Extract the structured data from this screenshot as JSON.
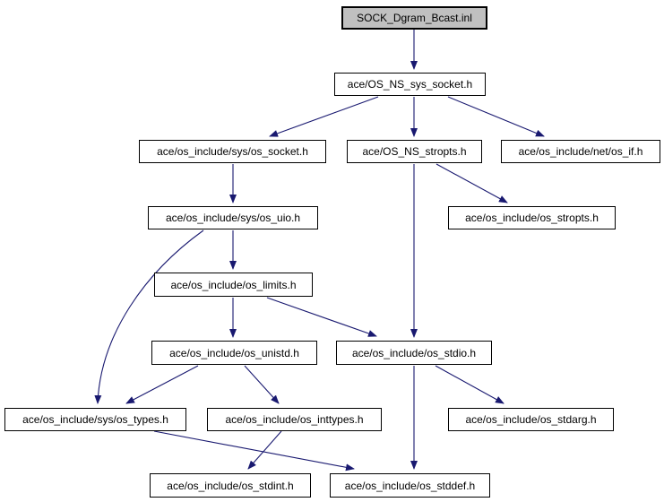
{
  "graph": {
    "type": "include-dependency-graph",
    "colors": {
      "edge": "#191970",
      "node_fill": "#ffffff",
      "node_border": "#000000",
      "root_fill": "#c0c0c0",
      "background": "#ffffff"
    },
    "nodes": [
      {
        "label": "SOCK_Dgram_Bcast.inl",
        "role": "root"
      },
      {
        "label": "ace/OS_NS_sys_socket.h",
        "role": "header"
      },
      {
        "label": "ace/os_include/sys/os_socket.h",
        "role": "header"
      },
      {
        "label": "ace/OS_NS_stropts.h",
        "role": "header"
      },
      {
        "label": "ace/os_include/net/os_if.h",
        "role": "header"
      },
      {
        "label": "ace/os_include/sys/os_uio.h",
        "role": "header"
      },
      {
        "label": "ace/os_include/os_stropts.h",
        "role": "header"
      },
      {
        "label": "ace/os_include/os_limits.h",
        "role": "header"
      },
      {
        "label": "ace/os_include/os_unistd.h",
        "role": "header"
      },
      {
        "label": "ace/os_include/os_stdio.h",
        "role": "header"
      },
      {
        "label": "ace/os_include/sys/os_types.h",
        "role": "header"
      },
      {
        "label": "ace/os_include/os_inttypes.h",
        "role": "header"
      },
      {
        "label": "ace/os_include/os_stdarg.h",
        "role": "header"
      },
      {
        "label": "ace/os_include/os_stdint.h",
        "role": "header"
      },
      {
        "label": "ace/os_include/os_stddef.h",
        "role": "header"
      }
    ],
    "edges": [
      {
        "from": "SOCK_Dgram_Bcast.inl",
        "to": "ace/OS_NS_sys_socket.h"
      },
      {
        "from": "ace/OS_NS_sys_socket.h",
        "to": "ace/os_include/sys/os_socket.h"
      },
      {
        "from": "ace/OS_NS_sys_socket.h",
        "to": "ace/OS_NS_stropts.h"
      },
      {
        "from": "ace/OS_NS_sys_socket.h",
        "to": "ace/os_include/net/os_if.h"
      },
      {
        "from": "ace/os_include/sys/os_socket.h",
        "to": "ace/os_include/sys/os_uio.h"
      },
      {
        "from": "ace/OS_NS_stropts.h",
        "to": "ace/os_include/os_stropts.h"
      },
      {
        "from": "ace/OS_NS_stropts.h",
        "to": "ace/os_include/os_stdio.h"
      },
      {
        "from": "ace/os_include/sys/os_uio.h",
        "to": "ace/os_include/os_limits.h"
      },
      {
        "from": "ace/os_include/sys/os_uio.h",
        "to": "ace/os_include/sys/os_types.h"
      },
      {
        "from": "ace/os_include/os_limits.h",
        "to": "ace/os_include/os_unistd.h"
      },
      {
        "from": "ace/os_include/os_limits.h",
        "to": "ace/os_include/os_stdio.h"
      },
      {
        "from": "ace/os_include/os_unistd.h",
        "to": "ace/os_include/sys/os_types.h"
      },
      {
        "from": "ace/os_include/os_unistd.h",
        "to": "ace/os_include/os_inttypes.h"
      },
      {
        "from": "ace/os_include/os_stdio.h",
        "to": "ace/os_include/os_stdarg.h"
      },
      {
        "from": "ace/os_include/os_stdio.h",
        "to": "ace/os_include/os_stddef.h"
      },
      {
        "from": "ace/os_include/sys/os_types.h",
        "to": "ace/os_include/os_stddef.h"
      },
      {
        "from": "ace/os_include/os_inttypes.h",
        "to": "ace/os_include/os_stdint.h"
      }
    ]
  }
}
